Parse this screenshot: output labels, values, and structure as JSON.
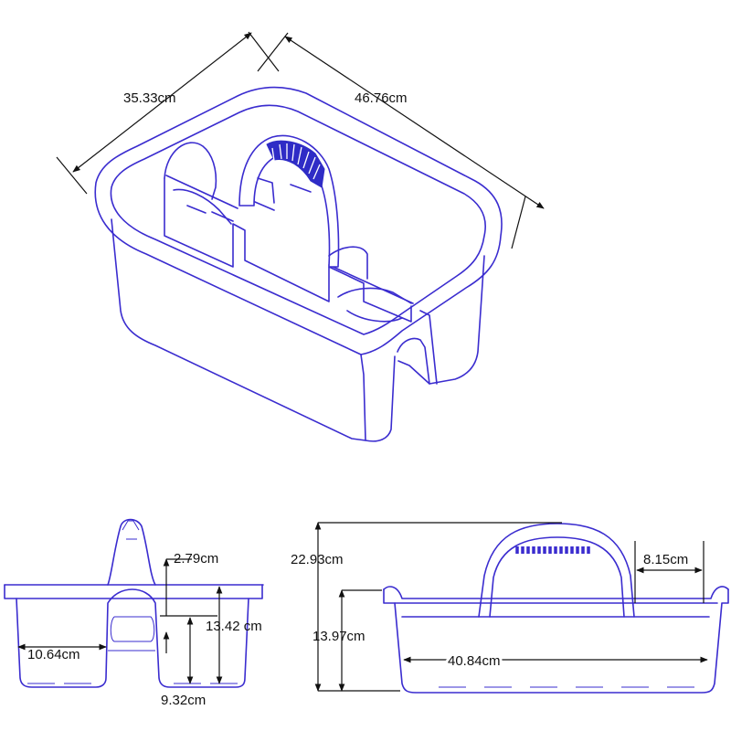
{
  "colors": {
    "outline": "#3a2ccf",
    "grip": "#3a2ccf",
    "dimension": "#111111",
    "background": "#ffffff"
  },
  "top_view": {
    "width_label": "35.33cm",
    "length_label": "46.76cm"
  },
  "side_view": {
    "handle_height_label": "2.79cm",
    "depth_label": "13.42 cm",
    "compartment_width_label": "10.64cm",
    "base_label": "9.32cm"
  },
  "front_view": {
    "total_height_label": "22.93cm",
    "body_height_label": "13.97cm",
    "handle_offset_label": "8.15cm",
    "length_label": "40.84cm"
  }
}
